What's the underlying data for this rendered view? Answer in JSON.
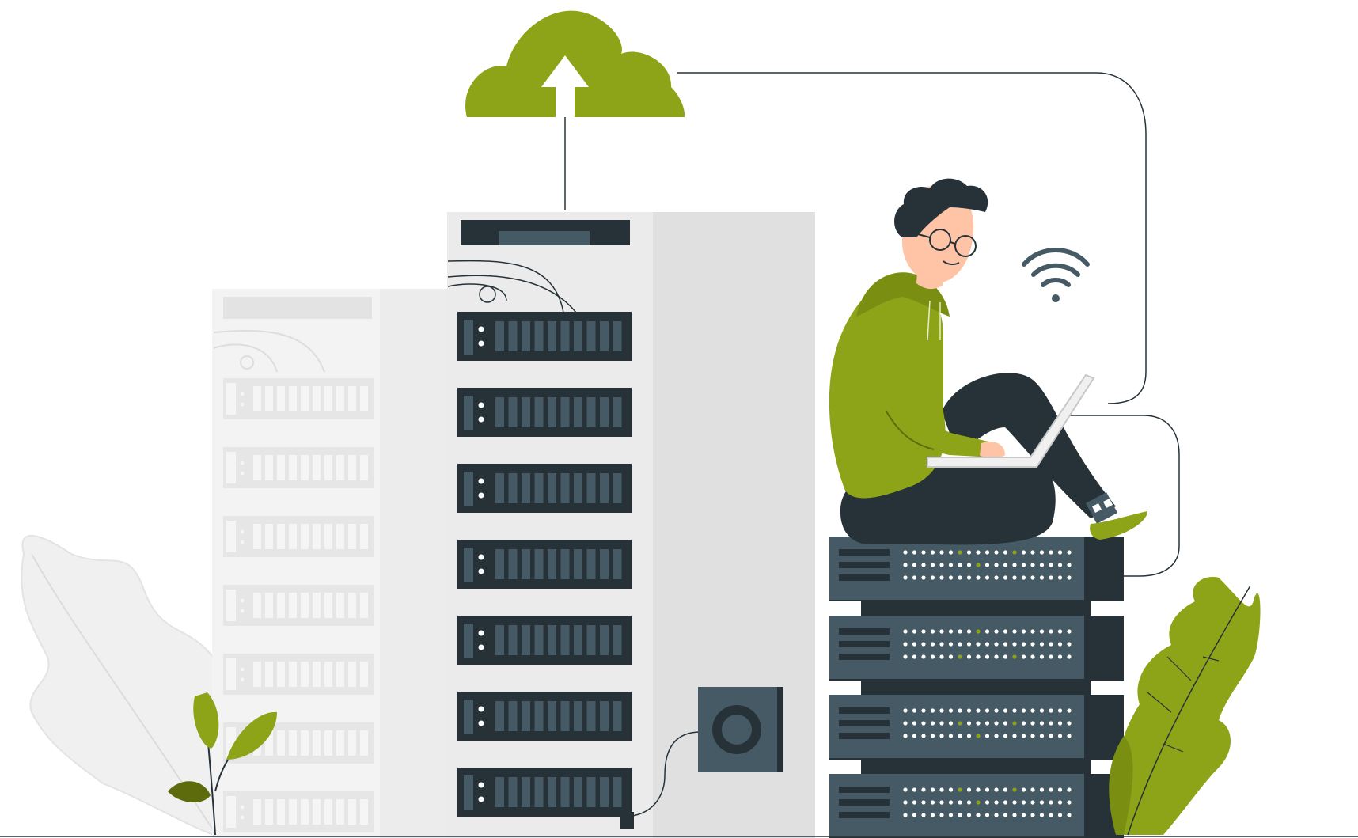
{
  "scene": {
    "subject": "person-with-laptop-on-servers",
    "icons": [
      "cloud-upload-icon",
      "wifi-icon",
      "speaker-icon",
      "plant-icon"
    ],
    "server_units_main": 7,
    "server_units_back": 7,
    "stacked_servers": 4
  },
  "colors": {
    "accent_green": "#8ea418",
    "dark_slate": "#263238",
    "slot_slate": "#455a64",
    "light_gray": "#ebebeb",
    "lighter_gray": "#f5f5f5",
    "mid_gray": "#e0e0e0",
    "line": "#263238",
    "skin": "#ffc3a6",
    "white": "#ffffff"
  }
}
